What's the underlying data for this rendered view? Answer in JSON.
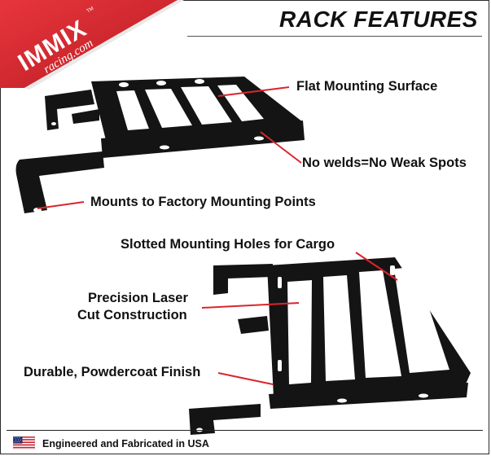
{
  "brand": {
    "name": "IMMIX",
    "sub": "racing.com",
    "tm": "TM"
  },
  "header": {
    "title": "RACK FEATURES"
  },
  "features": {
    "flat_surface": "Flat Mounting Surface",
    "no_welds": "No welds=No Weak Spots",
    "factory_mounts": "Mounts to Factory Mounting Points",
    "slotted_holes": "Slotted Mounting Holes for Cargo",
    "laser_line1": "Precision Laser",
    "laser_line2": "Cut Construction",
    "powdercoat": "Durable, Powdercoat Finish"
  },
  "footer": {
    "text": "Engineered and Fabricated in USA",
    "flag_icon": "us-flag-icon"
  },
  "colors": {
    "accent": "#d9262e",
    "product": "#141414",
    "text": "#111111"
  }
}
